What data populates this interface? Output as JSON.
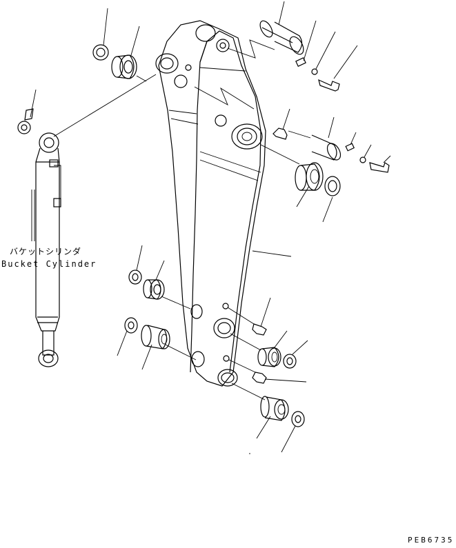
{
  "labels": {
    "bucket_cylinder_jp": "バケットシリンダ",
    "bucket_cylinder_en": "Bucket Cylinder",
    "drawing_code": "PEB6735"
  },
  "colors": {
    "line": "#000000",
    "background": "#ffffff"
  }
}
